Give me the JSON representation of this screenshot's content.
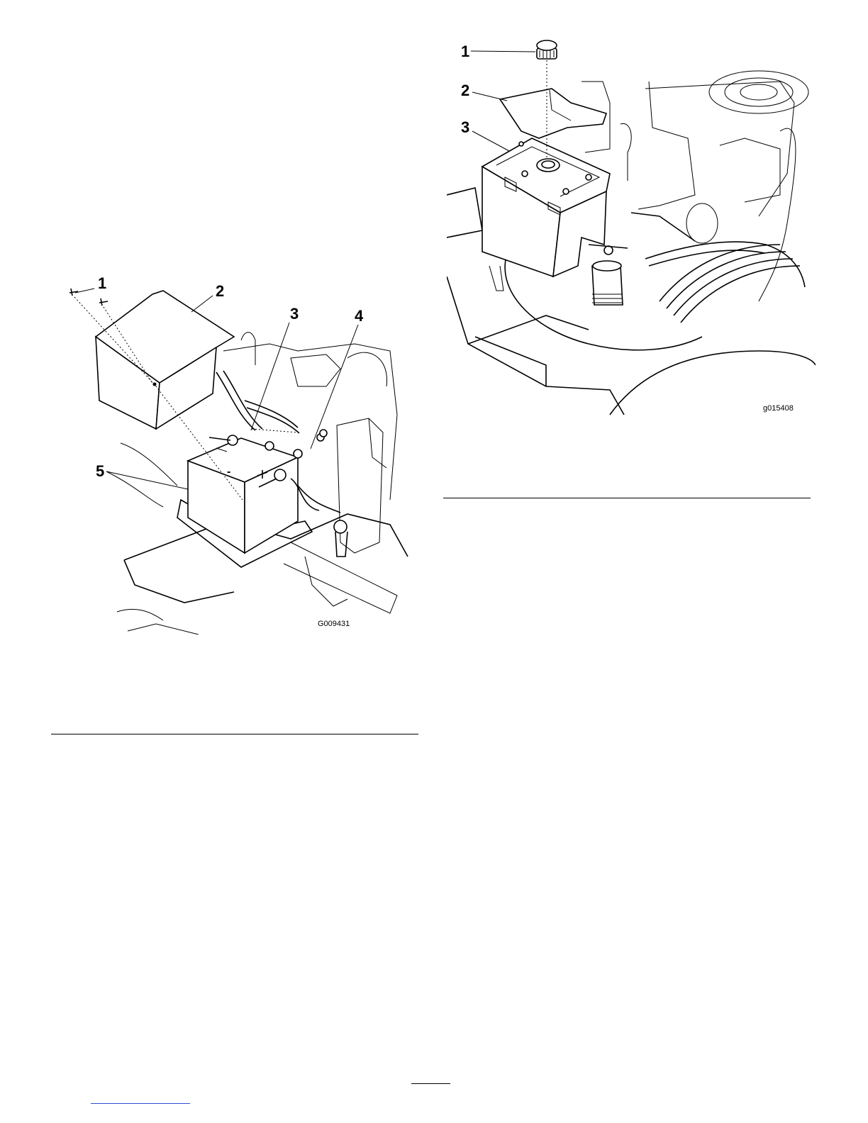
{
  "figure_left": {
    "image_code": "G009431",
    "callouts": [
      "1",
      "2",
      "3",
      "4",
      "5"
    ]
  },
  "figure_right": {
    "image_code": "g015408",
    "callouts": [
      "1",
      "2",
      "3"
    ]
  },
  "colors": {
    "line": "#000000",
    "link": "#2a4fd6"
  }
}
